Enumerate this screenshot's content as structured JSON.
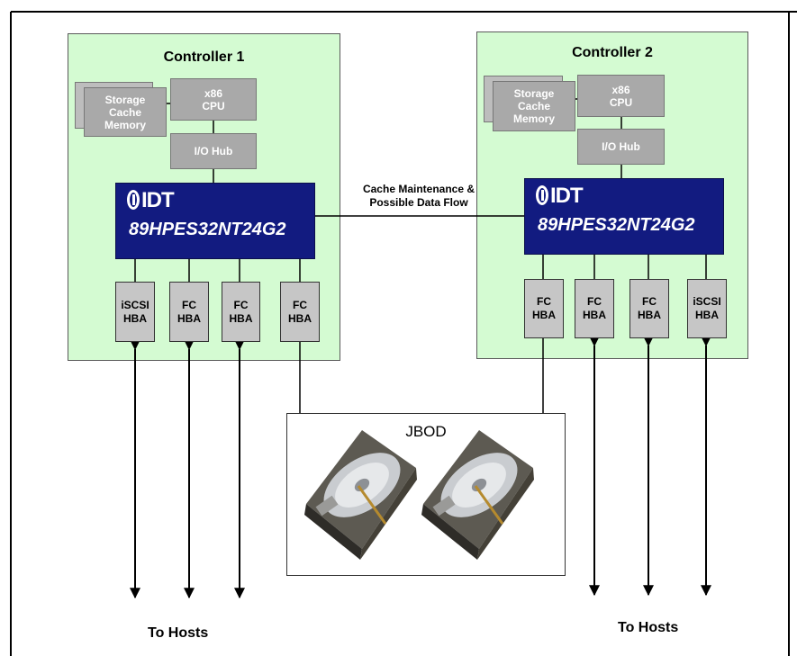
{
  "controllers": [
    {
      "title": "Controller 1",
      "memory": [
        "Storage",
        "Cache",
        "Memory"
      ],
      "cpu": [
        "x86",
        "CPU"
      ],
      "hub": "I/O Hub",
      "chip": {
        "logo": "IDT",
        "part": "89HPES32NT24G2"
      },
      "hbas": [
        {
          "lines": [
            "iSCSI",
            "HBA"
          ]
        },
        {
          "lines": [
            "FC",
            "HBA"
          ]
        },
        {
          "lines": [
            "FC",
            "HBA"
          ]
        },
        {
          "lines": [
            "FC",
            "HBA"
          ]
        }
      ],
      "hosts_label": "To Hosts"
    },
    {
      "title": "Controller 2",
      "memory": [
        "Storage",
        "Cache",
        "Memory"
      ],
      "cpu": [
        "x86",
        "CPU"
      ],
      "hub": "I/O Hub",
      "chip": {
        "logo": "IDT",
        "part": "89HPES32NT24G2"
      },
      "hbas": [
        {
          "lines": [
            "FC",
            "HBA"
          ]
        },
        {
          "lines": [
            "FC",
            "HBA"
          ]
        },
        {
          "lines": [
            "FC",
            "HBA"
          ]
        },
        {
          "lines": [
            "iSCSI",
            "HBA"
          ]
        }
      ],
      "hosts_label": "To Hosts"
    }
  ],
  "link_label": [
    "Cache Maintenance &",
    "Possible Data Flow"
  ],
  "jbod": {
    "title": "JBOD",
    "disks": [
      "hard-disk-drive",
      "hard-disk-drive"
    ]
  },
  "colors": {
    "controller_bg": "#d4fbd2",
    "chip_bg": "#121b80",
    "block_gray": "#a9a9a9",
    "hba_gray": "#c6c6c6"
  }
}
